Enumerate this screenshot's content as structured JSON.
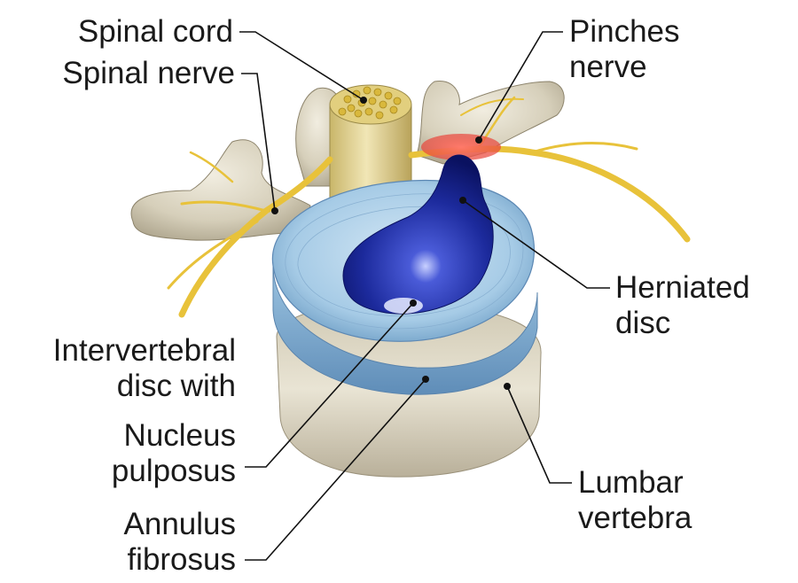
{
  "labels": {
    "spinal_cord": "Spinal cord",
    "spinal_nerve": "Spinal nerve",
    "pinches_nerve": [
      "Pinches",
      "nerve"
    ],
    "herniated_disc": [
      "Herniated",
      "disc"
    ],
    "intervertebral_disc": [
      "Intervertebral",
      "disc with"
    ],
    "nucleus_pulposus": [
      "Nucleus",
      "pulposus"
    ],
    "annulus_fibrosus": [
      "Annulus",
      "fibrosus"
    ],
    "lumbar_vertebra": [
      "Lumbar",
      "vertebra"
    ]
  },
  "colors": {
    "bone": "#d9d3bf",
    "disc_annulus": "#a9cde6",
    "nucleus": "#1c2a9c",
    "nerve": "#e8c23a",
    "spinal_cord": "#e6d79a",
    "pinch": "#e8463c"
  }
}
